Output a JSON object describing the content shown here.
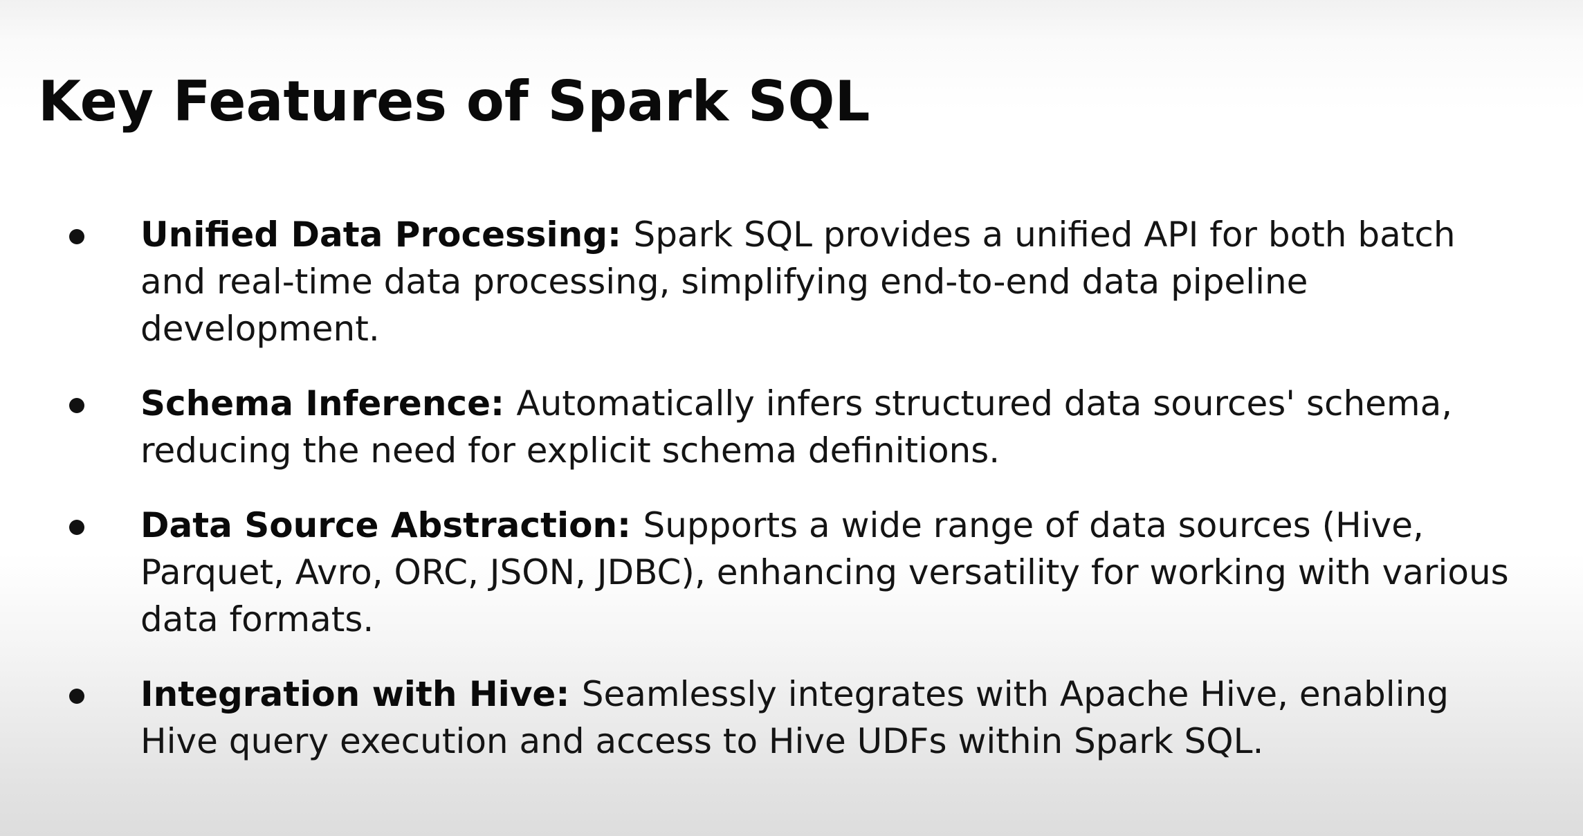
{
  "title": "Key Features of Spark SQL",
  "features": [
    {
      "term": "Unified Data Processing:",
      "description": "Spark SQL provides a unified API for both batch and real-time data processing, simplifying end-to-end data pipeline development."
    },
    {
      "term": "Schema Inference:",
      "description": "Automatically infers structured data sources' schema, reducing the need for explicit schema definitions."
    },
    {
      "term": "Data Source Abstraction:",
      "description": "Supports a wide range of data sources (Hive, Parquet, Avro, ORC, JSON, JDBC), enhancing versatility for working with various data formats."
    },
    {
      "term": "Integration with Hive:",
      "description": "Seamlessly integrates with Apache Hive, enabling Hive query execution and access to Hive UDFs within Spark SQL."
    }
  ]
}
